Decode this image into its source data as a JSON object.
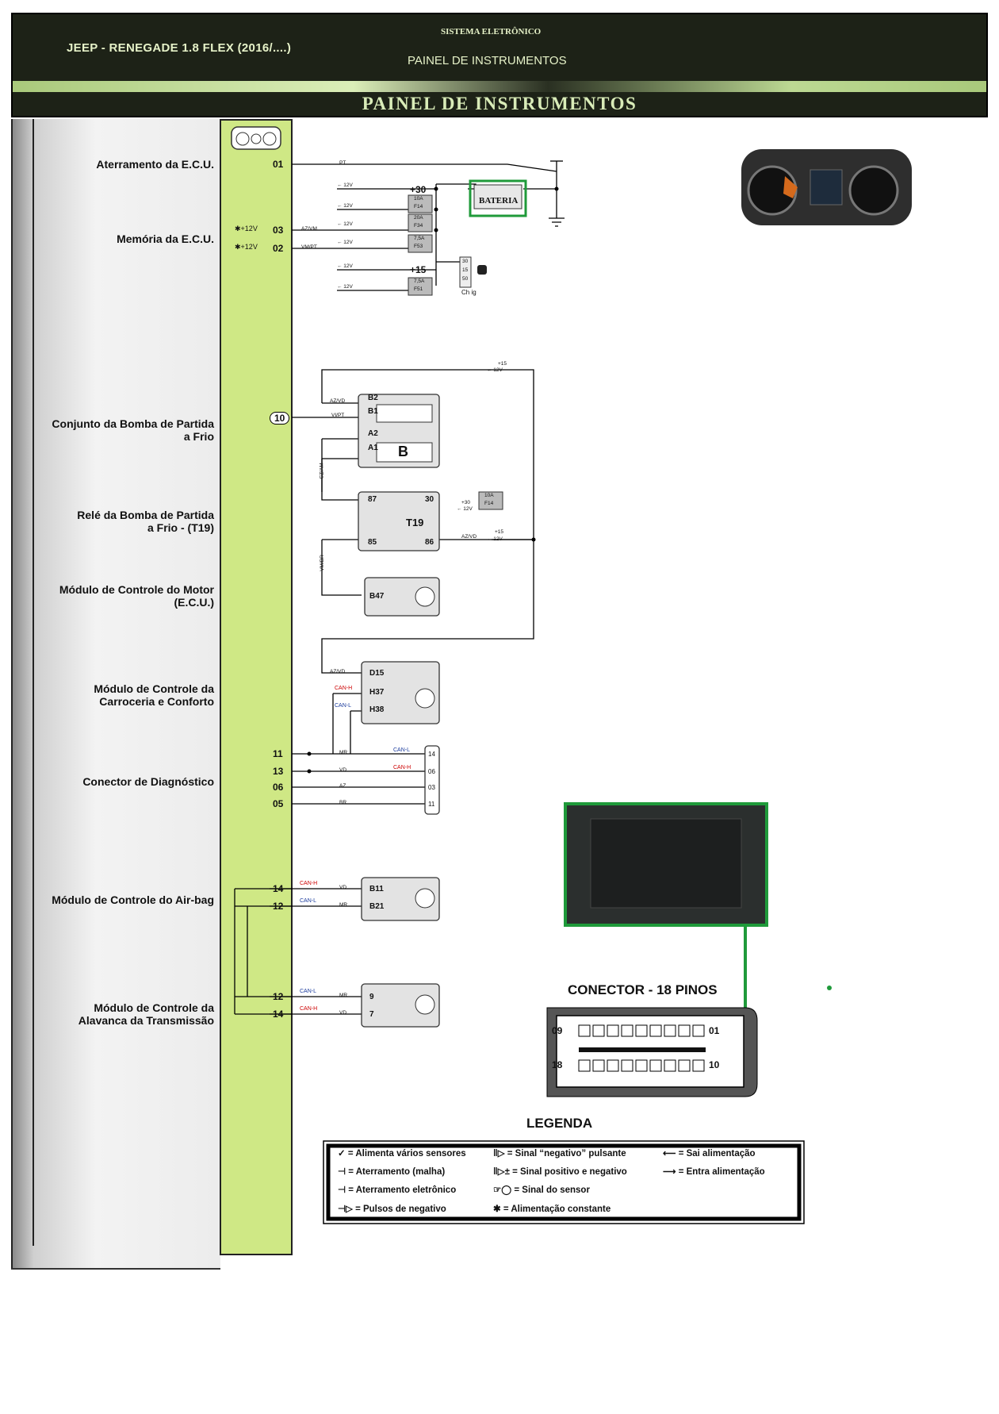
{
  "header": {
    "model": "JEEP - RENEGADE 1.8 FLEX (2016/....)",
    "system": "SISTEMA ELETRÔNICO",
    "subtitle": "PAINEL DE INSTRUMENTOS",
    "title": "PAINEL DE INSTRUMENTOS"
  },
  "components": [
    {
      "l1": "Aterramento da E.C.U.",
      "l2": ""
    },
    {
      "l1": "Memória da E.C.U.",
      "l2": ""
    },
    {
      "l1": "Conjunto da Bomba de Partida",
      "l2": "a Frio"
    },
    {
      "l1": "Relé da Bomba de Partida",
      "l2": "a Frio - (T19)"
    },
    {
      "l1": "Módulo de Controle do Motor",
      "l2": "(E.C.U.)"
    },
    {
      "l1": "Módulo de Controle da",
      "l2": "Carroceria e Conforto"
    },
    {
      "l1": "Conector de Diagnóstico",
      "l2": ""
    },
    {
      "l1": "Módulo de Controle do Air-bag",
      "l2": ""
    },
    {
      "l1": "Módulo de Controle da",
      "l2": "Alavanca da Transmissão"
    }
  ],
  "pins": {
    "p01": "01",
    "p03": "03",
    "p02": "02",
    "p10": "10",
    "p11": "11",
    "p13": "13",
    "p06": "06",
    "p05": "05",
    "p14a": "14",
    "p12a": "12",
    "p12b": "12",
    "p14b": "14"
  },
  "wires": {
    "pt": "PT",
    "azvm": "AZ/VM",
    "vmpt": "VM/PT",
    "azvd": "AZ/VD",
    "vipt": "VI/PT",
    "czam": "CZ/AM",
    "vmbr": "VM/BR",
    "mr": "MR",
    "vd": "VD",
    "az": "AZ",
    "br": "BR",
    "v12": "12V",
    "p12v": "+12V",
    "canh": "CAN-H",
    "canl": "CAN-L"
  },
  "power": {
    "b30": "+30",
    "b15": "+15",
    "b15a": "+15",
    "b15b": "+15",
    "b30b": "+30",
    "arrow12": "← 12V",
    "bateria": "BATERIA",
    "chig": "Ch ig",
    "k30": "30",
    "k15": "15",
    "k50": "50"
  },
  "fuses": [
    {
      "amp": "10A",
      "id": "F14"
    },
    {
      "amp": "20A",
      "id": "F34"
    },
    {
      "amp": "7,5A",
      "id": "F53"
    },
    {
      "amp": "7,5A",
      "id": "F51"
    },
    {
      "amp": "10A",
      "id": "F14"
    }
  ],
  "pump": {
    "b2": "B2",
    "b1": "B1",
    "a2": "A2",
    "a1": "A1",
    "b": "B"
  },
  "relay": {
    "id": "T19",
    "p87": "87",
    "p30": "30",
    "p85": "85",
    "p86": "86"
  },
  "ecu": {
    "pin": "B47"
  },
  "bcm": {
    "d15": "D15",
    "h37": "H37",
    "h38": "H38"
  },
  "diag": {
    "c14": "14",
    "c06": "06",
    "c03": "03",
    "c11": "11"
  },
  "airbag": {
    "b11": "B11",
    "b21": "B21"
  },
  "trans": {
    "p9": "9",
    "p7": "7"
  },
  "connector": {
    "title": "CONECTOR - 18 PINOS",
    "pin09": "09",
    "pin01": "01",
    "pin18": "18",
    "pin10": "10"
  },
  "legend": {
    "title": "LEGENDA",
    "items": [
      "= Alimenta vários sensores",
      "= Sinal “negativo” pulsante",
      "= Sai alimentação",
      "= Aterramento (malha)",
      "= Sinal positivo e negativo",
      "= Entra alimentação",
      "= Aterramento eletrônico",
      "= Sinal do sensor",
      "= Pulsos de negativo",
      "= Alimentação constante"
    ]
  },
  "colors": {
    "panel_green": "#cfe885",
    "header_dark": "#1d2217",
    "can_h": "#cc0000",
    "can_l": "#1a3a9c",
    "frame_green": "#1f9a3a"
  }
}
